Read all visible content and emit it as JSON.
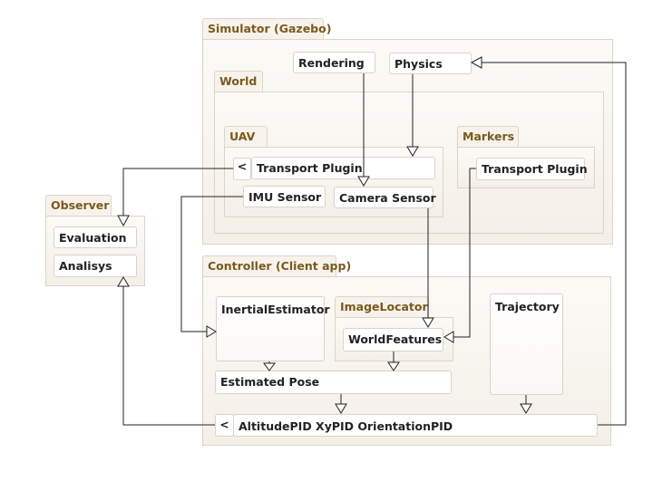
{
  "packages": {
    "simulator": "Simulator (Gazebo)",
    "world": "World",
    "uav": "UAV",
    "markers": "Markers",
    "observer": "Observer",
    "controller": "Controller (Client app)",
    "image_locator": "ImageLocator"
  },
  "classes": {
    "rendering": "Rendering",
    "physics": "Physics",
    "transport_plugin_uav": "Transport Plugin",
    "uav_lead": "<",
    "imu_sensor": "IMU Sensor",
    "camera_sensor": "Camera Sensor",
    "transport_plugin_markers": "Transport Plugin",
    "evaluation": "Evaluation",
    "analysis": "Analisys",
    "inertial_estimator": "InertialEstimator",
    "world_features": "WorldFeatures",
    "trajectory": "Trajectory",
    "estimated_pose": "Estimated Pose",
    "pid_lead": "<",
    "pid": "AltitudePID XyPID OrientationPID"
  }
}
